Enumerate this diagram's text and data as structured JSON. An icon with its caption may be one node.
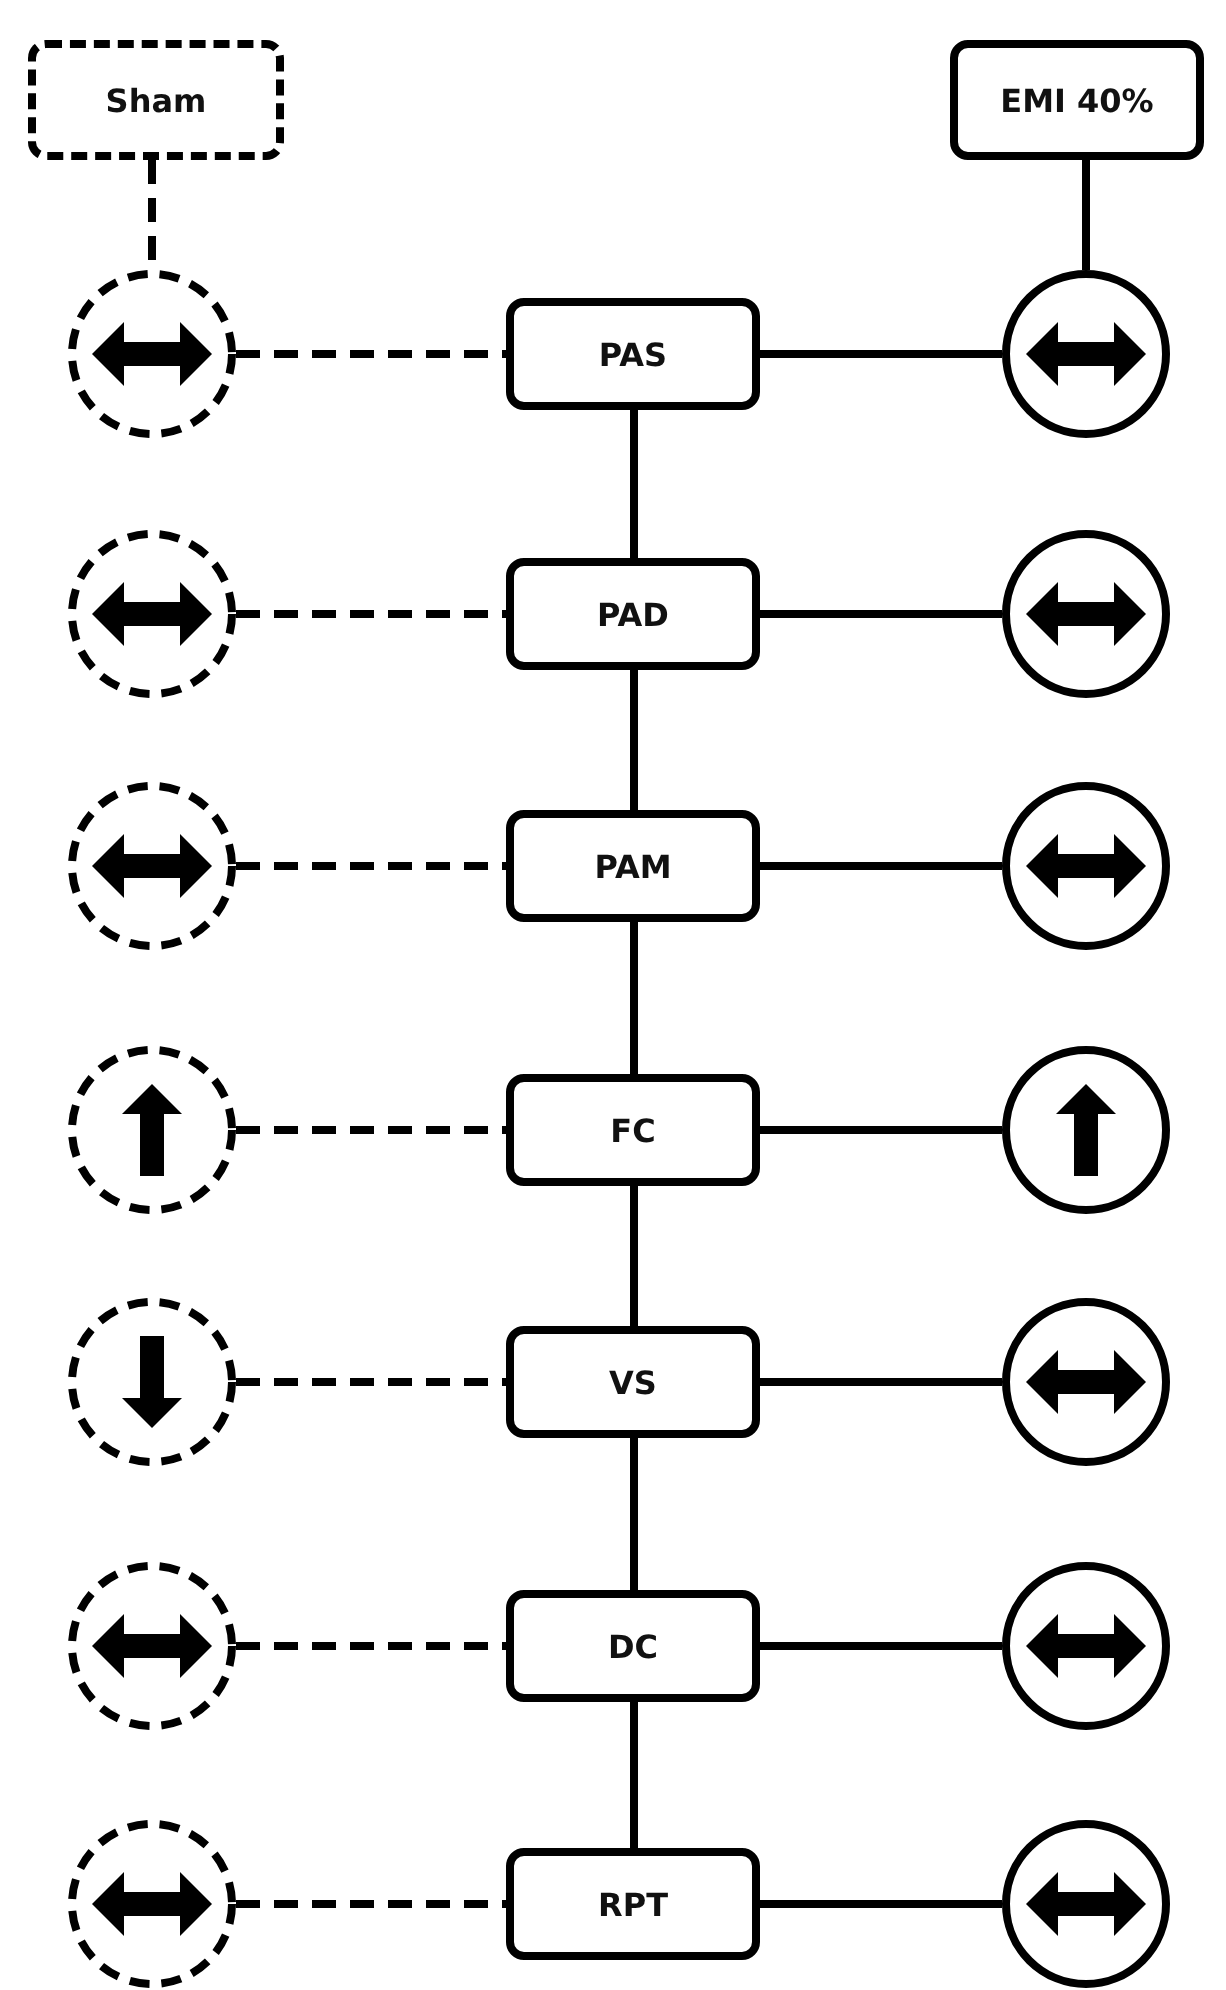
{
  "diagram": {
    "nodes": [
      {
        "text": [
          "Sham"
        ]
      },
      {
        "text": [
          "EMI 40%"
        ]
      },
      {
        "text": [
          "PAS"
        ]
      },
      {
        "text": [
          "PAD"
        ]
      },
      {
        "text": [
          "PAM"
        ]
      },
      {
        "text": [
          "FC"
        ]
      },
      {
        "text": [
          "VS"
        ]
      },
      {
        "text": [
          "DC"
        ]
      },
      {
        "text": [
          "RPT"
        ]
      },
      {
        "text": [],
        "shape": "circle"
      },
      {
        "text": [],
        "shape": "circle"
      },
      {
        "text": [],
        "shape": "circle"
      },
      {
        "text": [],
        "shape": "circle"
      },
      {
        "text": [],
        "shape": "circle"
      },
      {
        "text": [],
        "shape": "circle"
      },
      {
        "text": [],
        "shape": "circle"
      },
      {
        "text": [],
        "shape": "circle"
      },
      {
        "text": [],
        "shape": "circle"
      },
      {
        "text": [],
        "shape": "circle"
      },
      {
        "text": [],
        "shape": "circle"
      },
      {
        "text": [],
        "shape": "circle"
      },
      {
        "text": [],
        "shape": "circle"
      },
      {
        "text": [],
        "shape": "circle"
      }
    ],
    "edges": [
      {
        "from": 0,
        "to": 9,
        "arrow": "none",
        "style": "dashed"
      },
      {
        "from": 1,
        "to": 16,
        "arrow": "none"
      },
      {
        "from": 9,
        "to": 2,
        "arrow": "none",
        "style": "dashed"
      },
      {
        "from": 2,
        "to": 16,
        "arrow": "none"
      },
      {
        "from": 10,
        "to": 3,
        "arrow": "none",
        "style": "dashed"
      },
      {
        "from": 3,
        "to": 17,
        "arrow": "none"
      },
      {
        "from": 11,
        "to": 4,
        "arrow": "none",
        "style": "dashed"
      },
      {
        "from": 4,
        "to": 18,
        "arrow": "none"
      },
      {
        "from": 12,
        "to": 5,
        "arrow": "none",
        "style": "dashed"
      },
      {
        "from": 5,
        "to": 19,
        "arrow": "none"
      },
      {
        "from": 13,
        "to": 6,
        "arrow": "none",
        "style": "dashed"
      },
      {
        "from": 6,
        "to": 20,
        "arrow": "none"
      },
      {
        "from": 14,
        "to": 7,
        "arrow": "none",
        "style": "dashed"
      },
      {
        "from": 7,
        "to": 21,
        "arrow": "none"
      },
      {
        "from": 15,
        "to": 8,
        "arrow": "none",
        "style": "dashed"
      },
      {
        "from": 8,
        "to": 22,
        "arrow": "none"
      },
      {
        "from": 2,
        "to": 3,
        "arrow": "none"
      },
      {
        "from": 3,
        "to": 4,
        "arrow": "none"
      },
      {
        "from": 4,
        "to": 5,
        "arrow": "none"
      },
      {
        "from": 5,
        "to": 6,
        "arrow": "none"
      },
      {
        "from": 6,
        "to": 7,
        "arrow": "none"
      },
      {
        "from": 7,
        "to": 8,
        "arrow": "none"
      }
    ]
  }
}
